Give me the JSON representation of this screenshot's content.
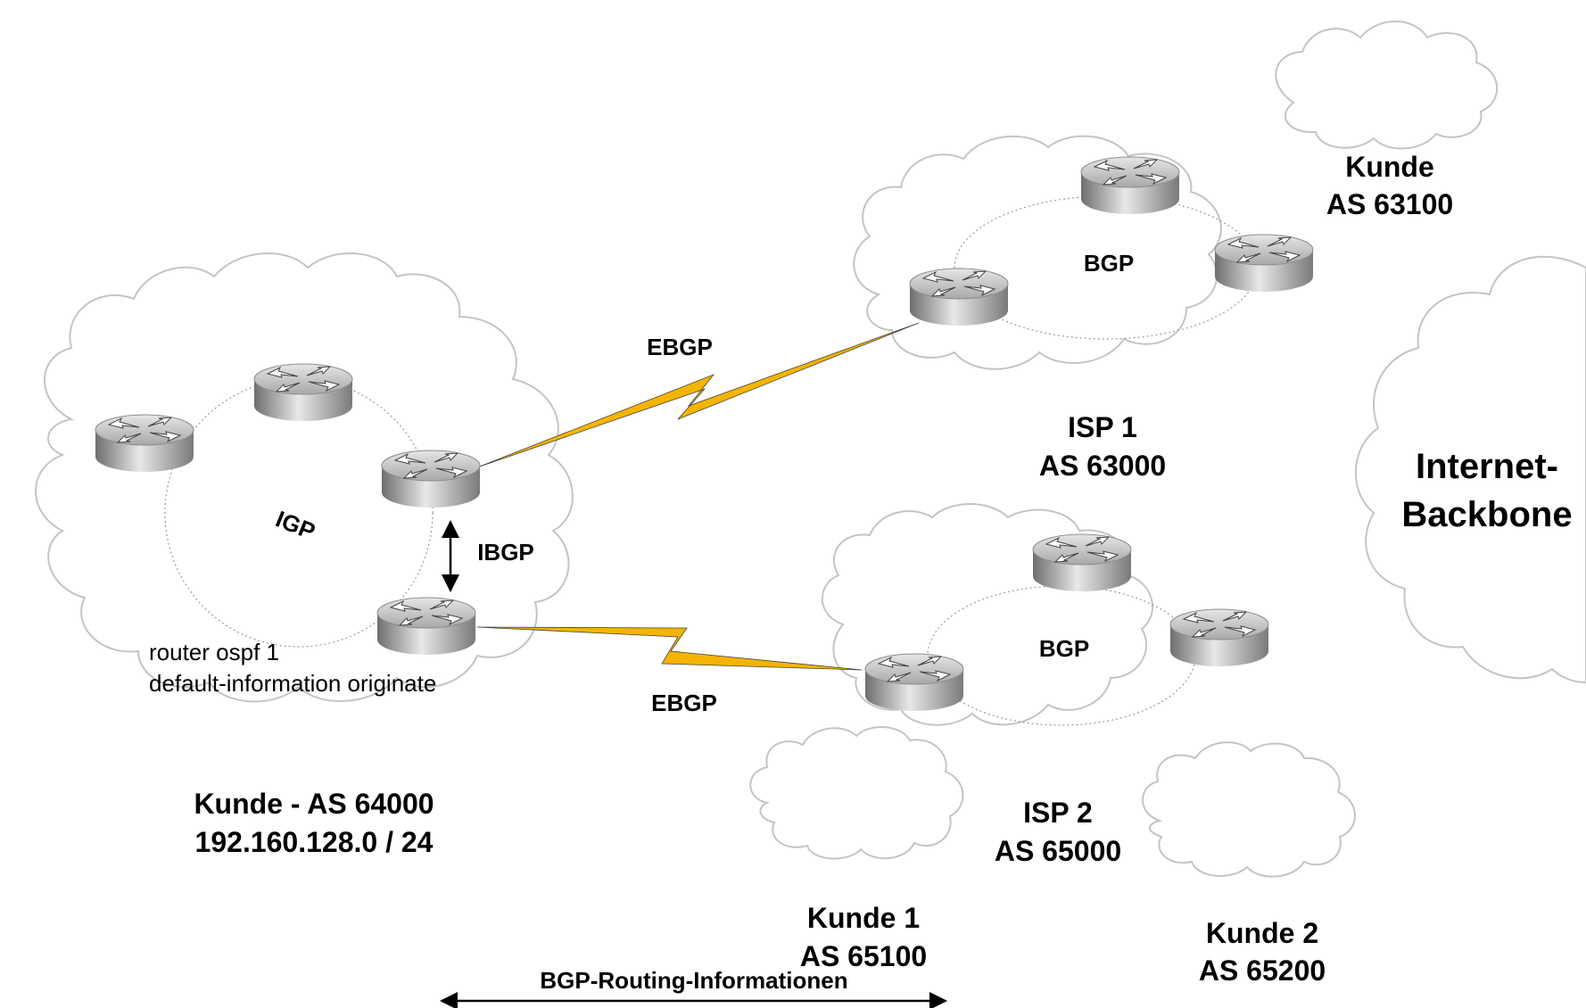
{
  "labels": {
    "kunde_top": "Kunde",
    "as_63100": "AS 63100",
    "bgp_isp1": "BGP",
    "ebgp_top": "EBGP",
    "isp1": "ISP 1",
    "as_63000": "AS 63000",
    "internet_line1": "Internet-",
    "internet_line2": "Backbone",
    "igp": "IGP",
    "ibgp": "IBGP",
    "bgp_isp2": "BGP",
    "ospf_line1": "router ospf 1",
    "ospf_line2": "default-information originate",
    "ebgp_bottom": "EBGP",
    "customer_as": "Kunde - AS 64000",
    "customer_net": "192.160.128.0 / 24",
    "isp2": "ISP 2",
    "as_65000": "AS 65000",
    "kunde1": "Kunde 1",
    "as_65100": "AS 65100",
    "kunde2": "Kunde 2",
    "as_65200": "AS 65200",
    "bgp_routing": "BGP-Routing-Informationen"
  },
  "colors": {
    "lightning": "#f4b400",
    "cloud_stroke": "#c4c4c4",
    "router_top": "#cfcfcf",
    "router_side": "#8f8f8f"
  }
}
